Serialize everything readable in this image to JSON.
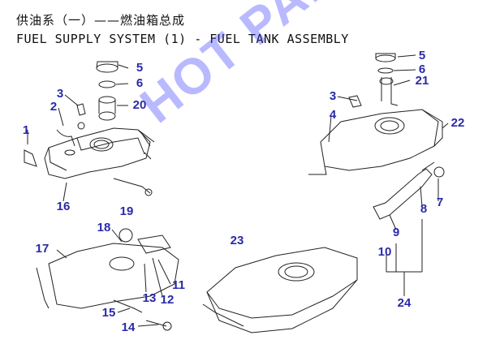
{
  "title": {
    "cn": "供油系（一）——燃油箱总成",
    "en": "FUEL SUPPLY SYSTEM (1) - FUEL TANK ASSEMBLY"
  },
  "watermark": "HOT PARTS",
  "callouts": [
    {
      "id": "c1",
      "label": "1"
    },
    {
      "id": "c2",
      "label": "2"
    },
    {
      "id": "c3a",
      "label": "3"
    },
    {
      "id": "c3b",
      "label": "3"
    },
    {
      "id": "c4",
      "label": "4"
    },
    {
      "id": "c5a",
      "label": "5"
    },
    {
      "id": "c5b",
      "label": "5"
    },
    {
      "id": "c6a",
      "label": "6"
    },
    {
      "id": "c6b",
      "label": "6"
    },
    {
      "id": "c7",
      "label": "7"
    },
    {
      "id": "c8",
      "label": "8"
    },
    {
      "id": "c9",
      "label": "9"
    },
    {
      "id": "c10",
      "label": "10"
    },
    {
      "id": "c11",
      "label": "11"
    },
    {
      "id": "c12",
      "label": "12"
    },
    {
      "id": "c13",
      "label": "13"
    },
    {
      "id": "c14",
      "label": "14"
    },
    {
      "id": "c15",
      "label": "15"
    },
    {
      "id": "c16",
      "label": "16"
    },
    {
      "id": "c17",
      "label": "17"
    },
    {
      "id": "c18",
      "label": "18"
    },
    {
      "id": "c19",
      "label": "19"
    },
    {
      "id": "c20",
      "label": "20"
    },
    {
      "id": "c21",
      "label": "21"
    },
    {
      "id": "c22",
      "label": "22"
    },
    {
      "id": "c23",
      "label": "23"
    },
    {
      "id": "c24",
      "label": "24"
    }
  ],
  "colors": {
    "callout": "#2a2aa8",
    "line": "#222222",
    "watermark": "#3a3aff"
  }
}
